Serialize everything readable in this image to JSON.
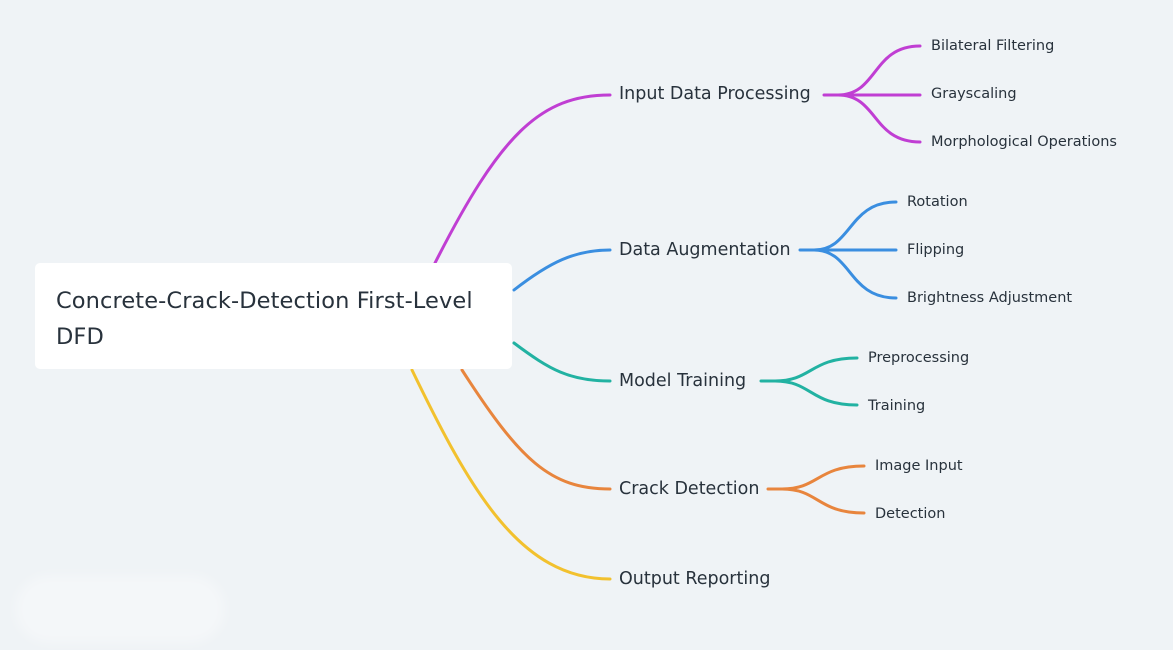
{
  "diagram": {
    "root": {
      "label": "Concrete-Crack-Detection First-Level DFD"
    },
    "branches": [
      {
        "label": "Input Data Processing",
        "color": "#c03ed3",
        "children": [
          "Bilateral Filtering",
          "Grayscaling",
          "Morphological Operations"
        ]
      },
      {
        "label": "Data Augmentation",
        "color": "#3a8ee0",
        "children": [
          "Rotation",
          "Flipping",
          "Brightness Adjustment"
        ]
      },
      {
        "label": "Model Training",
        "color": "#22b2a2",
        "children": [
          "Preprocessing",
          "Training"
        ]
      },
      {
        "label": "Crack Detection",
        "color": "#e8853d",
        "children": [
          "Image Input",
          "Detection"
        ]
      },
      {
        "label": "Output Reporting",
        "color": "#f2c12e",
        "children": []
      }
    ]
  }
}
